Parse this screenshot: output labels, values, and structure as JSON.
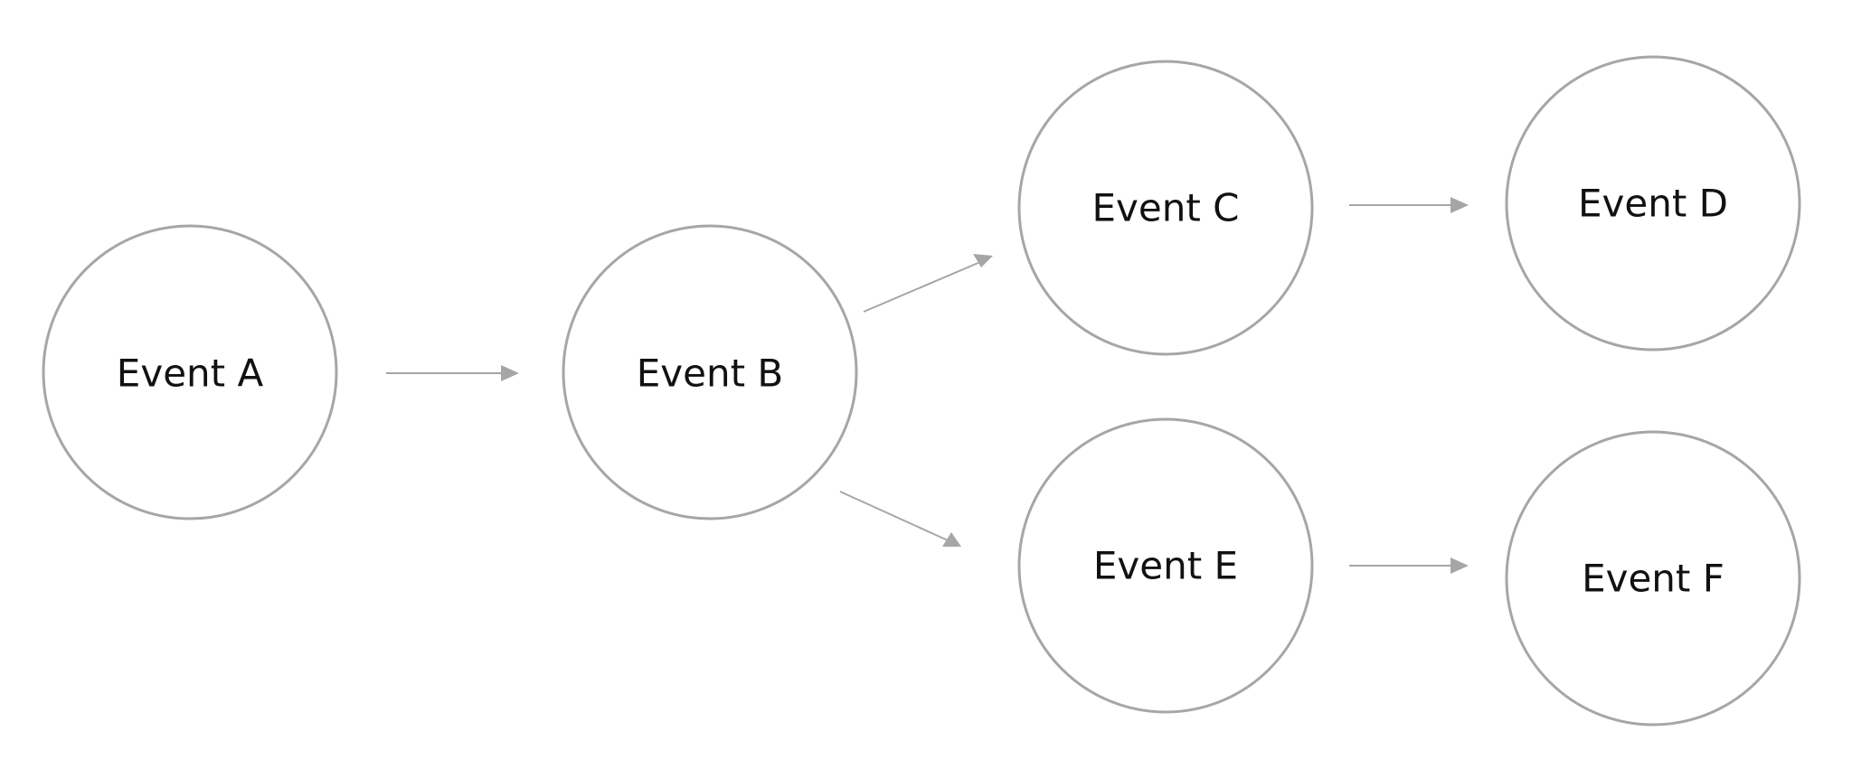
{
  "diagram": {
    "nodes": [
      {
        "id": "A",
        "label": "Event A"
      },
      {
        "id": "B",
        "label": "Event B"
      },
      {
        "id": "C",
        "label": "Event C"
      },
      {
        "id": "D",
        "label": "Event D"
      },
      {
        "id": "E",
        "label": "Event E"
      },
      {
        "id": "F",
        "label": "Event F"
      }
    ],
    "edges": [
      {
        "from": "A",
        "to": "B"
      },
      {
        "from": "B",
        "to": "C"
      },
      {
        "from": "B",
        "to": "E"
      },
      {
        "from": "C",
        "to": "D"
      },
      {
        "from": "E",
        "to": "F"
      }
    ],
    "colors": {
      "stroke": "#a6a6a6",
      "text": "#111111",
      "background": "#ffffff"
    }
  }
}
